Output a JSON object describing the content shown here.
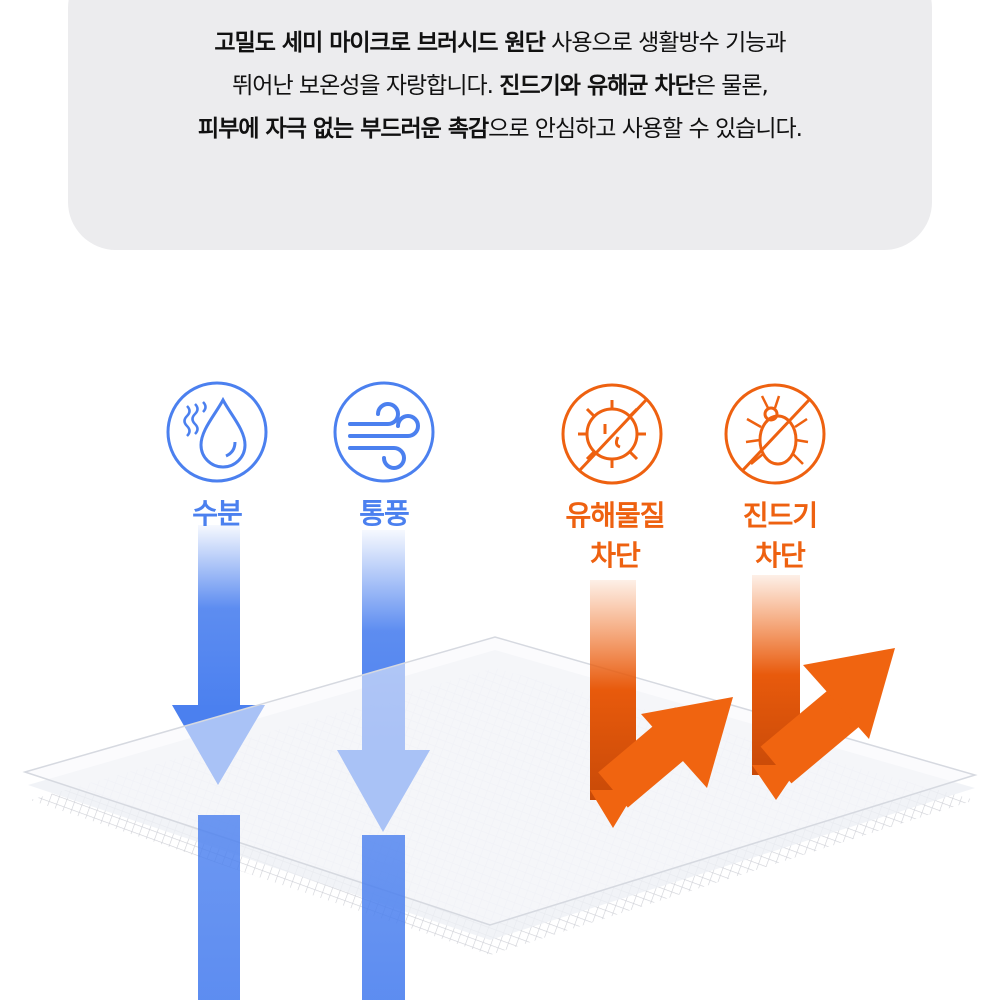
{
  "description": {
    "lines": [
      [
        {
          "text": "고밀도 세미 마이크로 브러시드 원단",
          "bold": true
        },
        {
          "text": " 사용으로 생활방수 기능과",
          "bold": false
        }
      ],
      [
        {
          "text": "뛰어난 보온성을 자랑합니다. ",
          "bold": false
        },
        {
          "text": "진드기와 유해균 차단",
          "bold": true
        },
        {
          "text": "은 물론,",
          "bold": false
        }
      ],
      [
        {
          "text": "피부에 자극 없는 부드러운 촉감",
          "bold": true
        },
        {
          "text": "으로 안심하고 사용할 수 있습니다.",
          "bold": false
        }
      ]
    ]
  },
  "features": [
    {
      "label": "수분",
      "icon": "water-drop-icon",
      "color": "#4b80ef"
    },
    {
      "label": "통풍",
      "icon": "wind-icon",
      "color": "#4b80ef"
    },
    {
      "label_line1": "유해물질",
      "label_line2": "차단",
      "icon": "no-germ-icon",
      "color": "#ee6110"
    },
    {
      "label_line1": "진드기",
      "label_line2": "차단",
      "icon": "no-mite-icon",
      "color": "#ee6110"
    }
  ]
}
